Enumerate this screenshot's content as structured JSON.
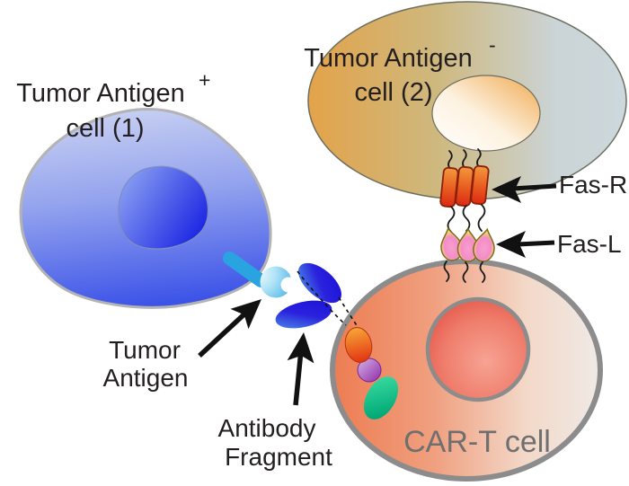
{
  "diagram": {
    "cell1": {
      "title": "Tumor Antigen",
      "title_sup": "+",
      "subtitle": "cell (1)"
    },
    "cell2": {
      "title": "Tumor Antigen",
      "title_sup": "-",
      "subtitle": "cell (2)"
    },
    "car_t_cell": {
      "label": "CAR-T cell"
    },
    "callouts": {
      "fas_r": "Fas-R",
      "fas_l": "Fas-L",
      "tumor_antigen_line1": "Tumor",
      "tumor_antigen_line2": "Antigen",
      "antibody_line1": "Antibody",
      "antibody_line2": "Fragment"
    },
    "colors": {
      "cell1_body_blue": "#3c53e8",
      "cell1_nucleus_blue": "#1720e2",
      "cell2_orange": "#e3a349",
      "cell2_gray_blue": "#ccd8dc",
      "cell2_nucleus_orange": "#f0a84e",
      "cart_body_salmon": "#ed7c52",
      "cart_nucleus_red": "#e24c3e",
      "fas_r_red": "#dc2a14",
      "fas_l_yellow": "#f5ee52",
      "fas_l_pink": "#f48cc6",
      "antibody_blue": "#1a10d8",
      "tumor_antigen_cyan": "#2aa4e0",
      "car_domain_orange": "#e86a20",
      "car_domain_purple": "#9232ac",
      "car_domain_green": "#00b883",
      "arrow_black": "#111111",
      "label_text": "#231f20",
      "cart_label_gray": "#6f6f6f"
    }
  }
}
